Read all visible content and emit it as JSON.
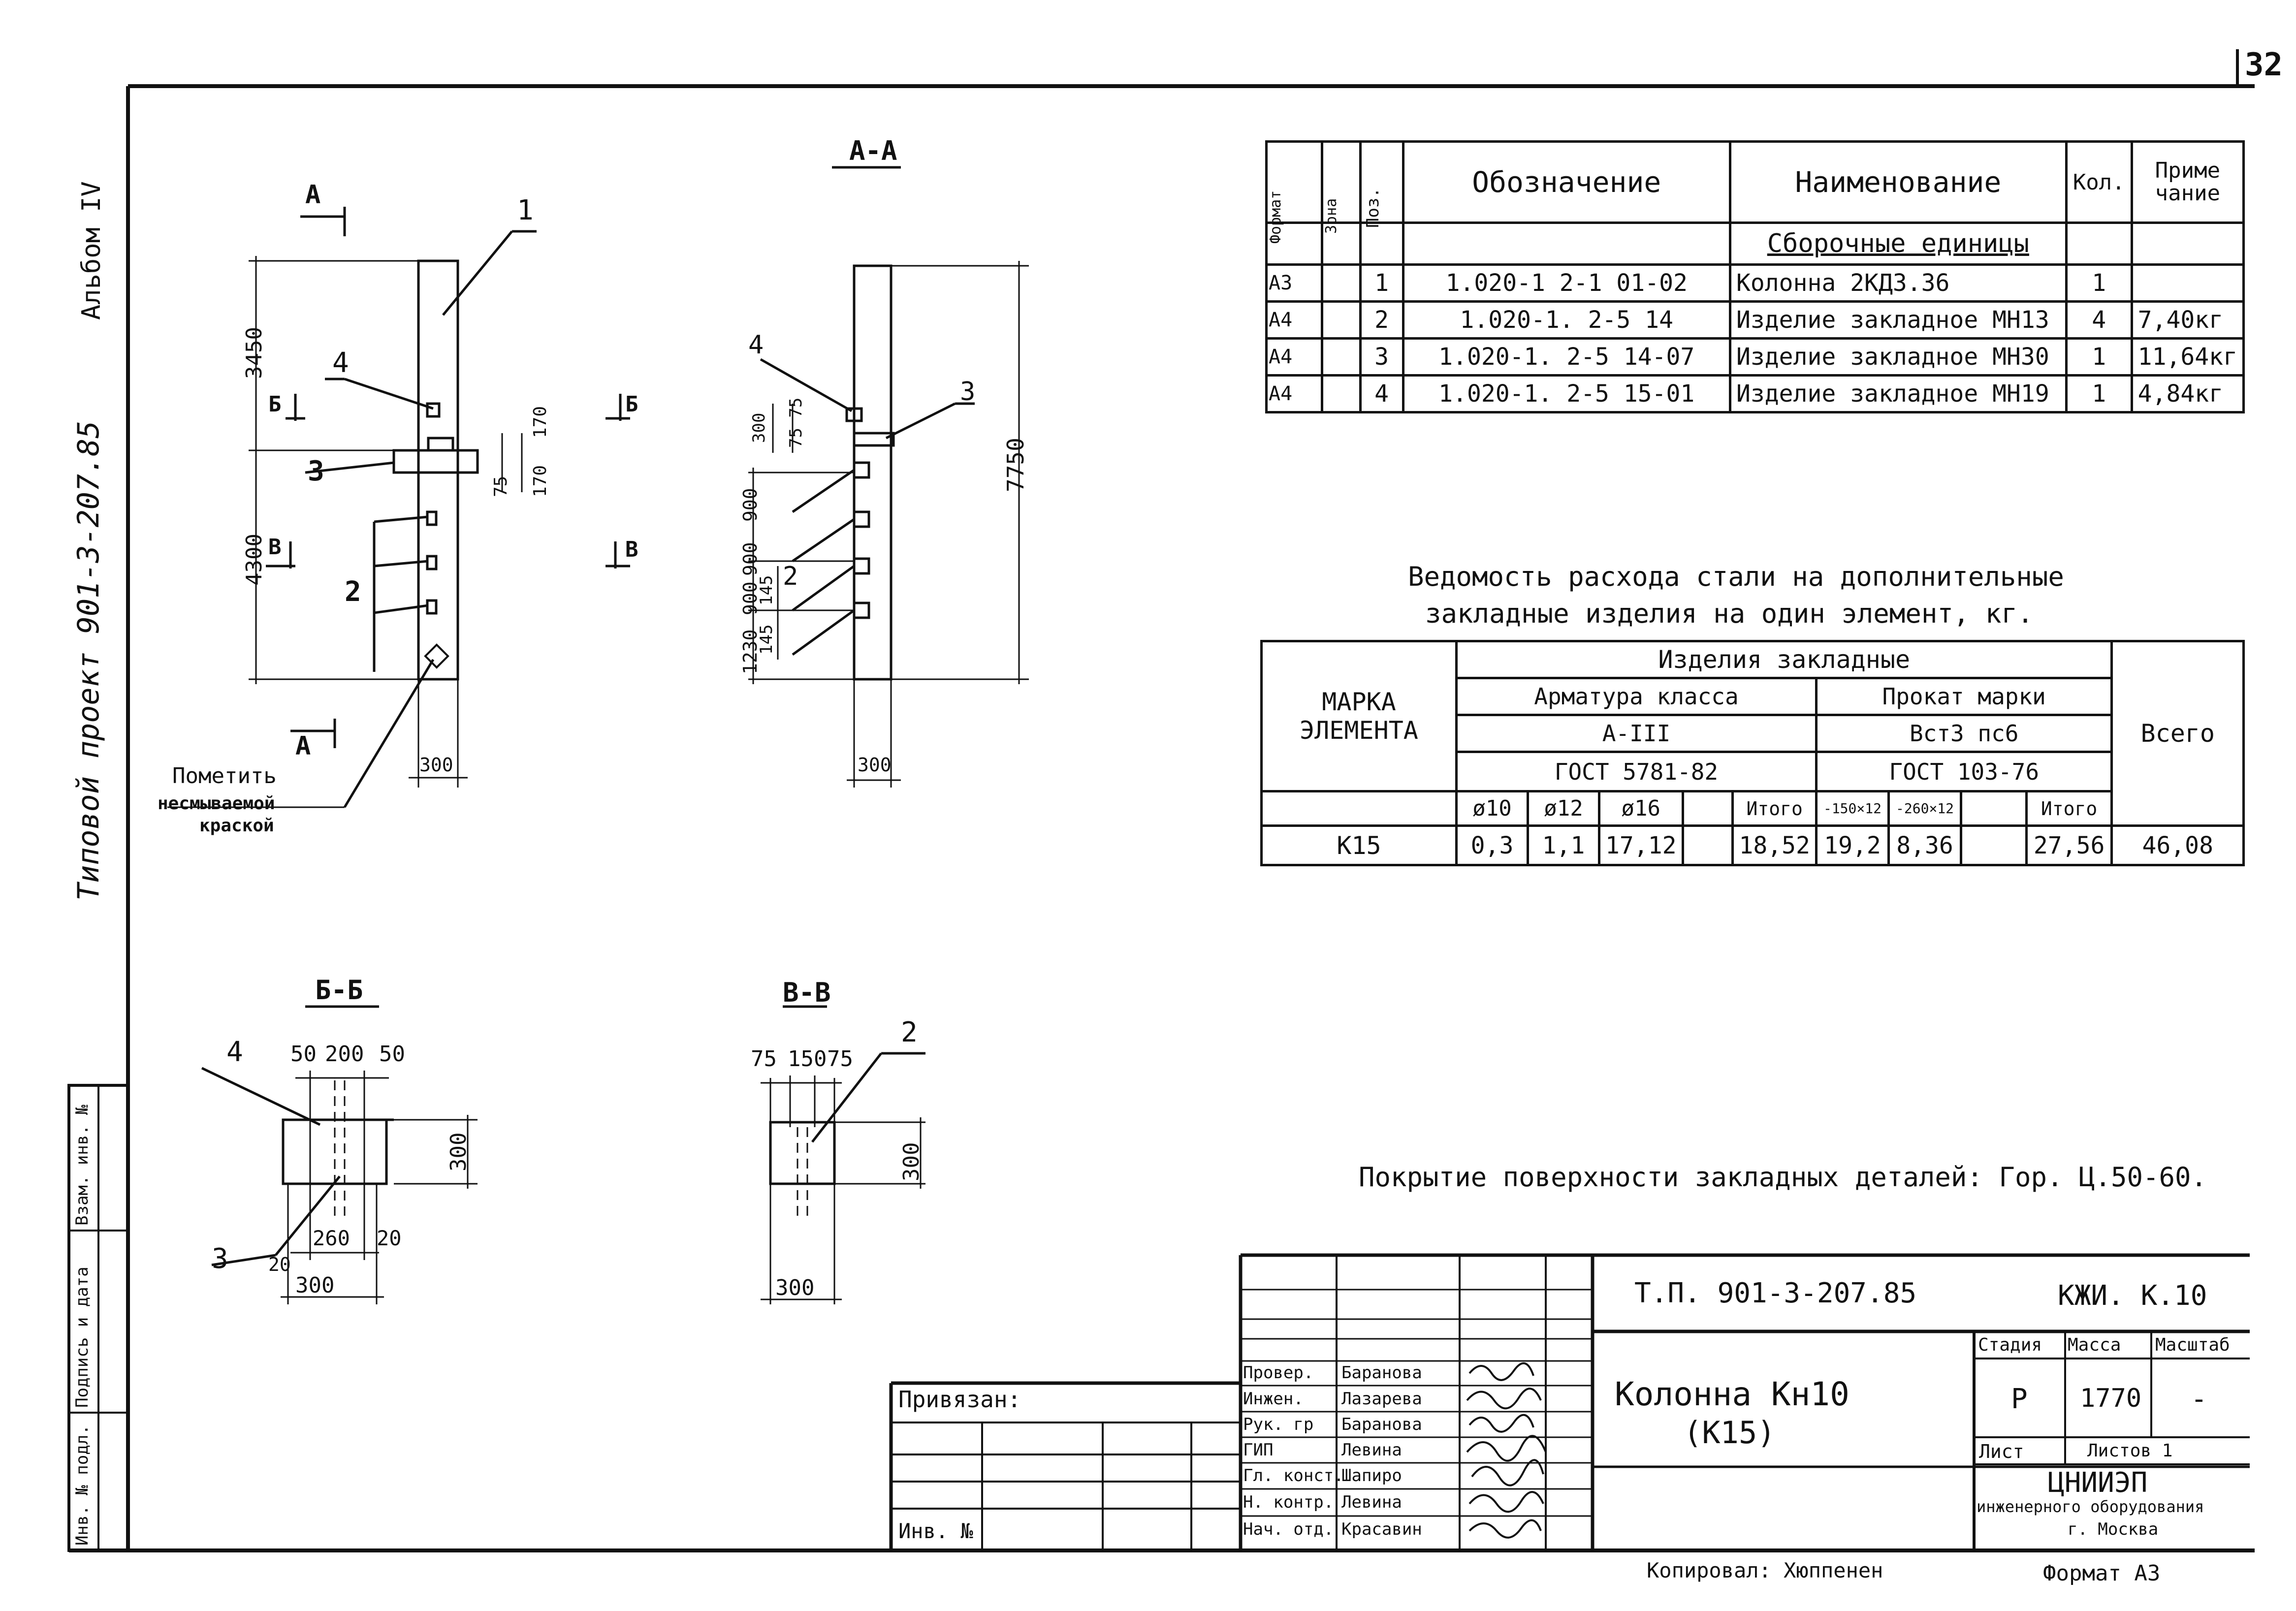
{
  "page_number": "32",
  "album": "Альбом IV",
  "project_code": "Типовой проект 901-3-207.85",
  "left_stamp": {
    "inv_podl": "Инв. № подл.",
    "sign_date": "Подпись и дата",
    "vzam_inv": "Взам. инв. №"
  },
  "drawing": {
    "elevation_labels": {
      "cut_a": "А",
      "cut_b": "Б",
      "cut_v": "В",
      "dim_3450": "3450",
      "dim_4300": "4300",
      "dim_300": "300",
      "dim_75": "75",
      "dim_170a": "170",
      "dim_170b": "170",
      "pos_1": "1",
      "pos_2": "2",
      "pos_3": "3",
      "pos_4": "4",
      "mark_note_1": "Пометить",
      "mark_note_2": "несмываемой",
      "mark_note_3": "краской"
    },
    "section_aa": {
      "title": "А-А",
      "dim_7750": "7750",
      "dim_300_top": "300",
      "dim_75_75": "75 75",
      "dim_900a": "900",
      "dim_900b": "900",
      "dim_900c": "900",
      "dim_1230": "1230",
      "dim_145a": "145",
      "dim_145b": "145",
      "dim_300_bottom": "300",
      "pos_2": "2",
      "pos_3": "3",
      "pos_4": "4"
    },
    "section_bb": {
      "title": "Б-Б",
      "dims_top": [
        "50",
        "200",
        "50"
      ],
      "dim_300_side": "300",
      "dim_20a": "20",
      "dim_260": "260",
      "dim_20b": "20",
      "dim_300_bottom": "300",
      "pos_3": "3",
      "pos_4": "4"
    },
    "section_vv": {
      "title": "В-В",
      "dims_top": [
        "75",
        "150",
        "75"
      ],
      "dim_300_side": "300",
      "dim_300_bottom": "300",
      "pos_2": "2"
    }
  },
  "spec_table": {
    "headers": {
      "format": "Формат",
      "zone": "Зона",
      "pos": "Поз.",
      "designation": "Обозначение",
      "name": "Наименование",
      "qty": "Кол.",
      "note": "Приме чание"
    },
    "section_title": "Сборочные единицы",
    "rows": [
      {
        "format": "А3",
        "zone": "",
        "pos": "1",
        "designation": "1.020-1 2-1 01-02",
        "name": "Колонна 2КД3.36",
        "qty": "1",
        "note": ""
      },
      {
        "format": "А4",
        "zone": "",
        "pos": "2",
        "designation": "1.020-1. 2-5 14",
        "name": "Изделие закладное МН13",
        "qty": "4",
        "note": "7,40кг"
      },
      {
        "format": "А4",
        "zone": "",
        "pos": "3",
        "designation": "1.020-1. 2-5 14-07",
        "name": "Изделие закладное МН30",
        "qty": "1",
        "note": "11,64кг"
      },
      {
        "format": "А4",
        "zone": "",
        "pos": "4",
        "designation": "1.020-1. 2-5 15-01",
        "name": "Изделие закладное МН19",
        "qty": "1",
        "note": "4,84кг"
      }
    ]
  },
  "steel_table": {
    "title_line1": "Ведомость расхода стали на дополнительные",
    "title_line2": "закладные изделия на один элемент, кг.",
    "mark_header": "МАРКА ЭЛЕМЕНТА",
    "group_header": "Изделия закладные",
    "armatura": "Арматура класса",
    "armatura_class": "А-III",
    "armatura_gost": "ГОСТ 5781-82",
    "prokat": "Прокат марки",
    "prokat_grade": "Вст3 пс6",
    "prokat_gost": "ГОСТ 103-76",
    "total_header": "Всего",
    "columns": [
      "ø10",
      "ø12",
      "ø16",
      "",
      "Итого",
      "-150×12",
      "-260×12",
      "",
      "Итого"
    ],
    "row": {
      "mark": "К15",
      "values": [
        "0,3",
        "1,1",
        "17,12",
        "",
        "18,52",
        "19,2",
        "8,36",
        "",
        "27,56"
      ],
      "total": "46,08"
    }
  },
  "coating_note": "Покрытие поверхности закладных деталей: Гор. Ц.50-60.",
  "title_block": {
    "privyazan": "Привязан:",
    "inv_no": "Инв. №",
    "doc_code": "Т.П. 901-3-207.85",
    "sheet_code": "КЖИ. К.10",
    "title_line1": "Колонна Кн10",
    "title_line2": "(К15)",
    "stage_header": "Стадия",
    "mass_header": "Масса",
    "scale_header": "Масштаб",
    "stage": "Р",
    "mass": "1770",
    "scale": "-",
    "list_label": "Лист",
    "lists_label": "Листов 1",
    "org_name": "ЦНИИЭП",
    "org_line2": "инженерного оборудования",
    "org_city": "г. Москва",
    "roles": [
      {
        "role": "Провер.",
        "name": "Баранова"
      },
      {
        "role": "Инжен.",
        "name": "Лазарева"
      },
      {
        "role": "Рук. гр",
        "name": "Баранова"
      },
      {
        "role": "ГИП",
        "name": "Левина"
      },
      {
        "role": "Гл. конст.",
        "name": "Шапиро"
      },
      {
        "role": "Н. контр.",
        "name": "Левина"
      },
      {
        "role": "Нач. отд.",
        "name": "Красавин"
      }
    ],
    "copied_by": "Копировал: Хюппенен",
    "format": "Формат А3"
  },
  "colors": {
    "ink": "#111111",
    "paper": "#ffffff"
  }
}
